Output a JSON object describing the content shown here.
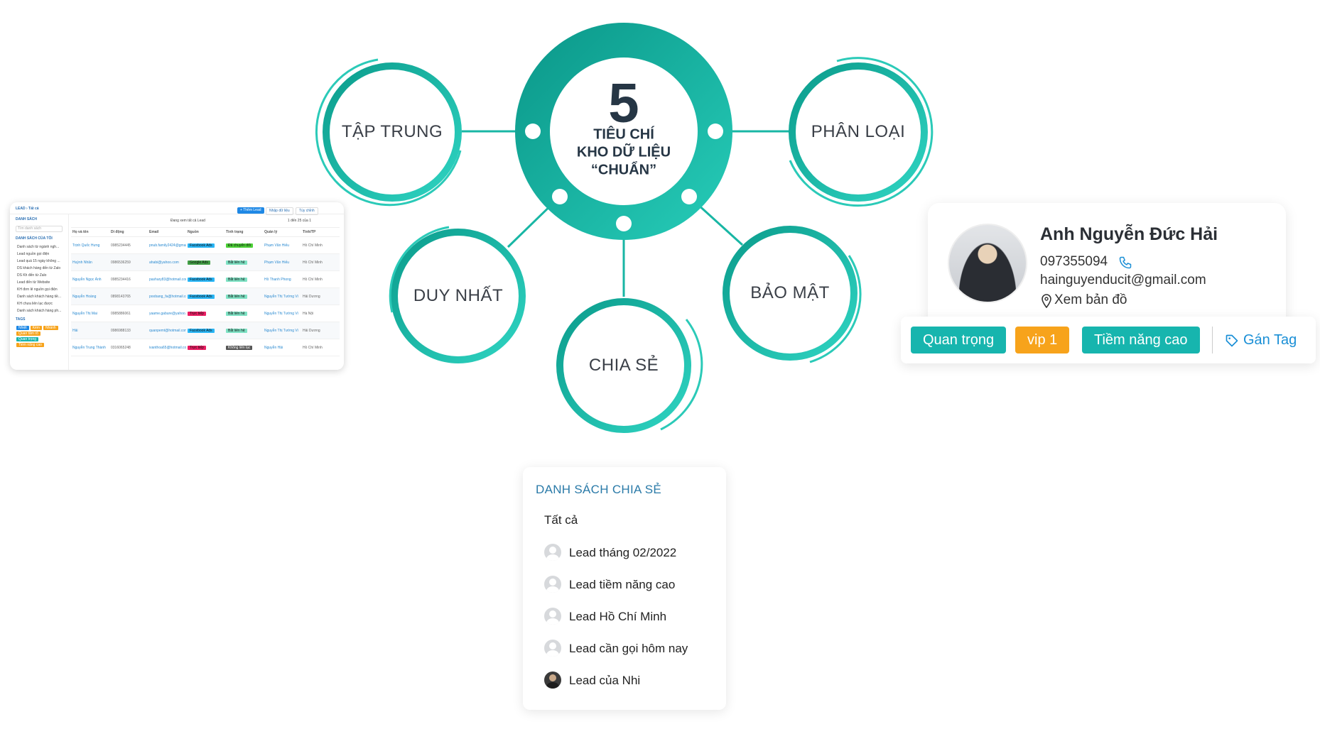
{
  "center": {
    "number": "5",
    "line1": "TIÊU CHÍ",
    "line2": "KHO DỮ LIỆU",
    "line3": "“CHUẨN”"
  },
  "criteria": [
    "TẬP TRUNG",
    "PHÂN LOẠI",
    "DUY NHẤT",
    "BẢO MẬT",
    "CHIA SẺ"
  ],
  "colors": {
    "teal_dark": "#0b9c8c",
    "teal_light": "#2fd4c2",
    "tag_teal": "#17b5ae",
    "tag_orange": "#f7a31b",
    "link_blue": "#1a8fd6"
  },
  "profile": {
    "name": "Anh Nguyễn Đức Hải",
    "phone": "097355094",
    "email": "hainguyenducit@gmail.com",
    "map_label": "Xem bản đồ",
    "tags": [
      "Quan trọng",
      "vip 1",
      "Tiềm năng cao"
    ],
    "add_tag_label": "Gán Tag"
  },
  "share_list": {
    "title": "DANH SÁCH CHIA SẺ",
    "all_label": "Tất cả",
    "items": [
      "Lead tháng 02/2022",
      "Lead tiềm năng cao",
      "Lead Hồ Chí Minh",
      "Lead cần gọi hôm nay",
      "Lead của Nhi"
    ]
  },
  "mini_table": {
    "breadcrumb": "LEAD › Tất cả",
    "add_button": "+ Thêm Lead",
    "import_button": "Nhập dữ liệu",
    "tools_button": "Tùy chỉnh",
    "sidebar_title": "DANH SÁCH",
    "search_placeholder": "Tìm danh sách",
    "my_lists_title": "DANH SÁCH CỦA TÔI",
    "lists": [
      "Danh sách từ ngành ngh...",
      "Lead nguồn gọi điện",
      "Lead quá 15 ngày không ...",
      "DS khách hàng đến từ Zalo",
      "DS Kh đến từ Zalo",
      "Lead đến từ Website",
      "KH đơn lẻ nguồn gọi điện",
      "Danh sách khách hàng tiề...",
      "KH chưa liên lạc được",
      "Danh sách khách hàng ph..."
    ],
    "tags_title": "TAGS",
    "tag_items": [
      "Nhiệt",
      "Kém",
      "Nhánh",
      "Quan tâm rõ",
      "Quan trọng",
      "Tiềm năng cao"
    ],
    "view_label": "Đang xem tất cả Lead",
    "pagination": "1 đến 25 của 1",
    "headers": [
      "Họ và tên",
      "Di động",
      "Email",
      "Nguồn",
      "Tình trạng",
      "Quản lý",
      "Tỉnh/TP"
    ],
    "rows": [
      [
        "Trịnh Quốc Hưng",
        "0985234445",
        "pnub.family2424@gmail.com",
        "Facebook Ads",
        "Đã chuyển đổi",
        "Phạm Văn Hiếu",
        "Hồ Chí Minh"
      ],
      [
        "Huỳnh Nhân",
        "0986536259",
        "ahabi@yahoo.com",
        "Google Ads",
        "Bắt liên hệ",
        "Phạm Văn Hiếu",
        "Hồ Chí Minh"
      ],
      [
        "Nguyễn Ngọc Ánh",
        "0985234416",
        "pashary83@hotmail.com",
        "Facebook Ads",
        "Bắt liên hệ",
        "Hồ Thanh Phong",
        "Hồ Chí Minh"
      ],
      [
        "Nguyễn Hoàng",
        "0898143765",
        "poobang_fa@hotmail.com",
        "Facebook Ads",
        "Bắt liên hệ",
        "Nguyễn Thị Tường Vi",
        "Hải Dương"
      ],
      [
        "Nguyễn Thị Mai",
        "0985886061",
        "yaame.gabure@yahoo.com",
        "Trực tiếp",
        "Bắt liên hệ",
        "Nguyễn Thị Tường Vi",
        "Hà Nội"
      ],
      [
        "Hải",
        "0986988133",
        "quanpemt@hotmail.com",
        "Facebook Ads",
        "Bắt liên hệ",
        "Nguyễn Thị Tường Vi",
        "Hải Dương"
      ],
      [
        "Nguyễn Trung Thành",
        "0316065248",
        "ivanthoa65@hotmail.com",
        "Trực tiếp",
        "Không liên lạc",
        "Nguyễn Hải",
        "Hồ Chí Minh"
      ]
    ]
  }
}
